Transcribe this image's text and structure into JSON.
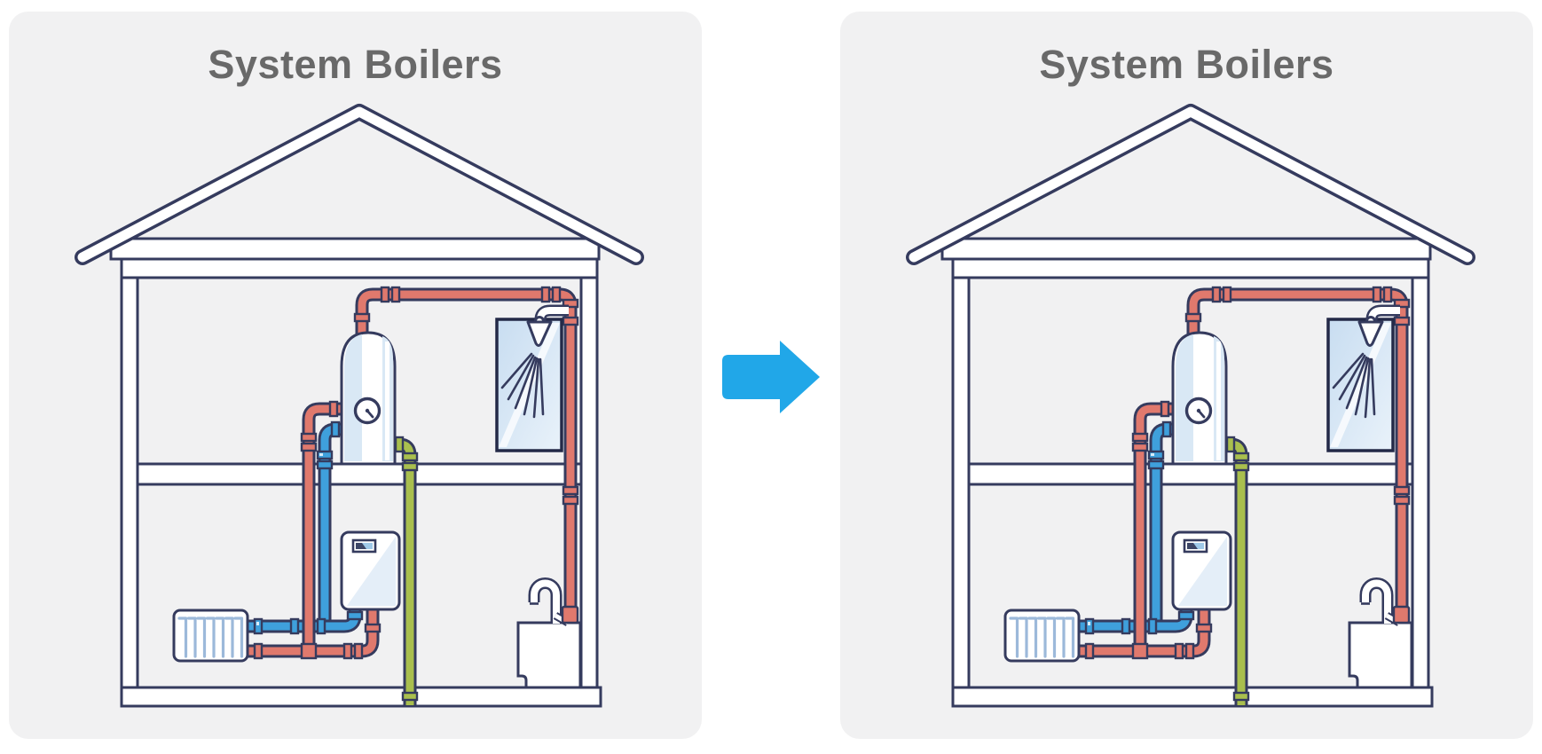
{
  "page": {
    "background": "#ffffff"
  },
  "panels": [
    {
      "title": "System Boilers"
    },
    {
      "title": "System Boilers"
    }
  ],
  "arrow": {
    "icon": "arrow-right-icon",
    "direction": "right",
    "color": "#21a7e8"
  },
  "illustration": {
    "name": "system-boiler-house-cutaway",
    "colors": {
      "outline": "#353b5e",
      "panel_background": "#f1f1f2",
      "title_text": "#696969",
      "pipe_red": "#e0796d",
      "pipe_blue": "#3fa0dc",
      "pipe_green": "#a9bf4e",
      "glass": "#cfe2f3",
      "radiator_fins": "#9cb9da"
    },
    "components": [
      "roof",
      "ceiling-beams",
      "walls",
      "floor",
      "foundation",
      "hot-water-cylinder",
      "pressure-gauge",
      "shower-enclosure",
      "shower-head",
      "red-pipes",
      "blue-pipes",
      "green-pipe",
      "system-boiler",
      "boiler-display",
      "radiator",
      "sink",
      "faucet"
    ]
  }
}
